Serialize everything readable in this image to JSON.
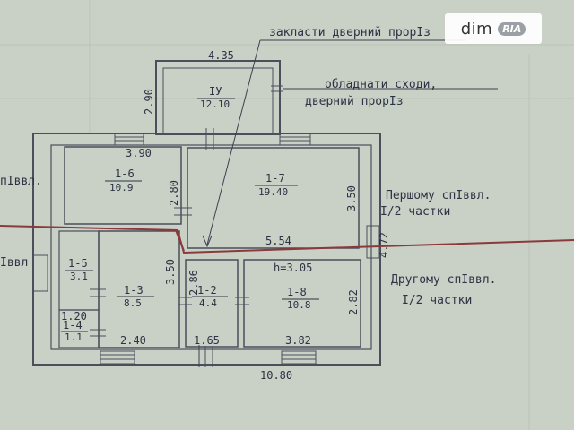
{
  "rooms": {
    "r1_4": {
      "name": "1-4",
      "area": "1.1"
    },
    "r1_5": {
      "name": "1-5",
      "area": "3.1"
    },
    "r1_3": {
      "name": "1-3",
      "area": "8.5"
    },
    "r1_2": {
      "name": "1-2",
      "area": "4.4"
    },
    "r1_6": {
      "name": "1-6",
      "area": "10.9"
    },
    "r1_7": {
      "name": "1-7",
      "area": "19.40"
    },
    "r1_8": {
      "name": "1-8",
      "area": "10.8"
    },
    "porch": {
      "name": "IУ",
      "area": "12.10"
    }
  },
  "height_label": "h=3.05",
  "dimensions": {
    "porch_top": "4.35",
    "porch_left": "2.90",
    "top_left": "3.90",
    "r16_right": "2.80",
    "r17_right": "3.50",
    "r17_bottom": "5.54",
    "left_mid": "3.50",
    "r12_left": "2.86",
    "r18_right": "2.82",
    "small_120": "1.20",
    "bottom_240": "2.40",
    "bottom_165": "1.65",
    "bottom_382": "3.82",
    "total_bottom": "10.80",
    "right_edge": "4.72"
  },
  "annotations": {
    "top_note": "закласти дверний прорІз",
    "stairs_line1": "обладнати сходи,",
    "stairs_line2": "дверний прорІз",
    "first_part_line1": "Першому спІввл.",
    "first_part_line2": "I/2 частки",
    "second_part_line1": "Другому спІввл.",
    "second_part_line2": "I/2 частки",
    "left_cut_top": "пІввл.",
    "left_cut_bottom": "Іввл"
  },
  "watermark": {
    "brand": "dim",
    "badge": "RIA"
  },
  "colors": {
    "paper": "#c9d0c6",
    "ink": "#2b3344",
    "split_line": "#8a3a3a"
  }
}
